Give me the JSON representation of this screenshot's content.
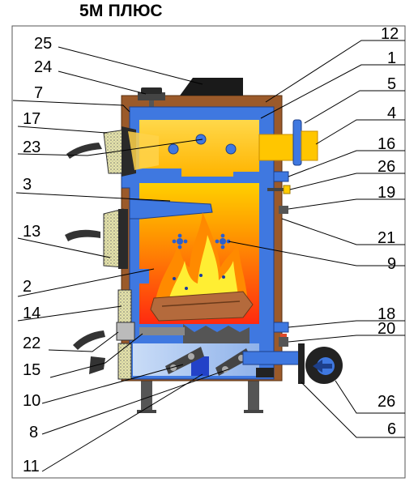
{
  "title": "5М ПЛЮС",
  "labels": [
    {
      "id": "25",
      "text": "25"
    },
    {
      "id": "24",
      "text": "24"
    },
    {
      "id": "7",
      "text": "7"
    },
    {
      "id": "17",
      "text": "17"
    },
    {
      "id": "23",
      "text": "23"
    },
    {
      "id": "3",
      "text": "3"
    },
    {
      "id": "13",
      "text": "13"
    },
    {
      "id": "2",
      "text": "2"
    },
    {
      "id": "14",
      "text": "14"
    },
    {
      "id": "22",
      "text": "22"
    },
    {
      "id": "15",
      "text": "15"
    },
    {
      "id": "10",
      "text": "10"
    },
    {
      "id": "8",
      "text": "8"
    },
    {
      "id": "11",
      "text": "11"
    },
    {
      "id": "12",
      "text": "12"
    },
    {
      "id": "1",
      "text": "1"
    },
    {
      "id": "5",
      "text": "5"
    },
    {
      "id": "4",
      "text": "4"
    },
    {
      "id": "16",
      "text": "16"
    },
    {
      "id": "26a",
      "text": "26"
    },
    {
      "id": "19",
      "text": "19"
    },
    {
      "id": "21",
      "text": "21"
    },
    {
      "id": "9",
      "text": "9"
    },
    {
      "id": "18",
      "text": "18"
    },
    {
      "id": "20",
      "text": "20"
    },
    {
      "id": "26b",
      "text": "26"
    },
    {
      "id": "6",
      "text": "6"
    }
  ],
  "colors": {
    "jacket": "#3f78e0",
    "casing": "#9b5a2a",
    "insulation": "#e6e6a0",
    "flame_outer": "#ff8a00",
    "flame_inner": "#ffee33",
    "firebox_top": "#ffcc00",
    "firebox_bottom": "#ff2a10",
    "ashpit": "#a9c6f2",
    "dark": "#333333"
  }
}
